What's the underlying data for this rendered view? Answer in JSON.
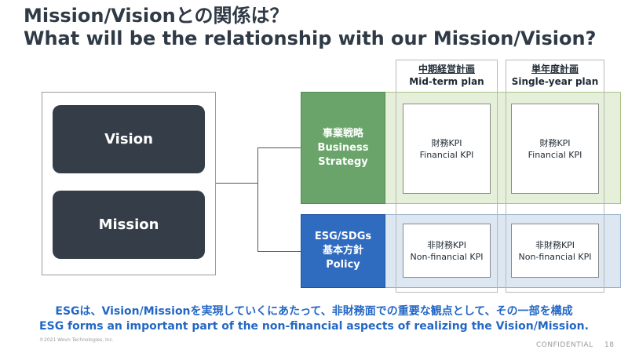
{
  "title": {
    "line1": "Mission/Visionとの関係は？",
    "line2": "What will be the relationship with our Mission/Vision?"
  },
  "left": {
    "vision": "Vision",
    "mission": "Mission"
  },
  "columns": [
    {
      "jp": "中期経営計画",
      "en": "Mid-term plan"
    },
    {
      "jp": "単年度計画",
      "en": "Single-year plan"
    }
  ],
  "rows": {
    "business": {
      "jp": "事業戦略",
      "en1": "Business",
      "en2": "Strategy"
    },
    "esg": {
      "line1": "ESG/SDGs",
      "line2": "基本方針",
      "line3": "Policy"
    }
  },
  "kpis": {
    "financial": {
      "jp": "財務KPI",
      "en": "Financial KPI"
    },
    "non_financial": {
      "jp": "非財務KPI",
      "en": "Non-financial KPI"
    }
  },
  "bottom": {
    "jp": "ESGは、Vision/Missionを実現していくにあたって、非財務面での重要な観点として、その一部を構成",
    "en": "ESG forms an important part of the non-financial aspects of realizing the Vision/Mission."
  },
  "footer": {
    "copyright": "©2021 Wovn Technologies, Inc.",
    "confidential": "CONFIDENTIAL",
    "page": "18"
  },
  "colors": {
    "dark": "#353e48",
    "green": "#6aa46a",
    "green_band": "#e6efd9",
    "blue": "#2f6bbf",
    "blue_band": "#dde7f2",
    "accent_text": "#2367c4"
  }
}
